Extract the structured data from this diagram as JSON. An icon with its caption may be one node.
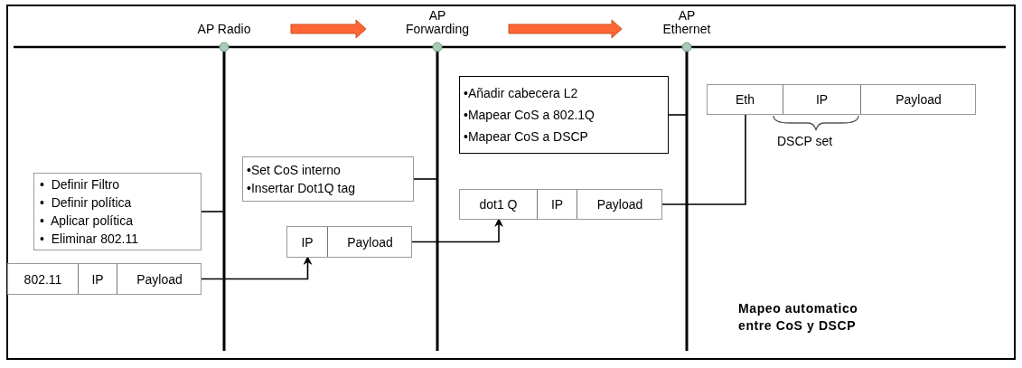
{
  "diagram": {
    "nodes": [
      {
        "text": [
          "AP Radio"
        ]
      },
      {
        "text": [
          "AP Forwarding"
        ]
      },
      {
        "text": [
          "AP Ethernet"
        ]
      },
      {
        "text": [
          "•Añadir cabecera L2",
          "•Mapear CoS a 802.1Q",
          "•Mapear CoS a DSCP"
        ]
      },
      {
        "text": [],
        "shape": "box"
      },
      {
        "text": [
          "Eth"
        ],
        "in": 4
      },
      {
        "text": [
          "IP"
        ],
        "in": 4
      },
      {
        "text": [
          "Payload"
        ],
        "in": 4
      },
      {
        "text": [
          "•Set CoS interno",
          "•Insertar Dot1Q tag"
        ]
      },
      {
        "text": [
          "•  Definir Filtro",
          "•  Definir política",
          "•  Aplicar política",
          "•  Eliminar 802.11"
        ]
      },
      {
        "text": [],
        "shape": "box"
      },
      {
        "text": [
          "dot1 Q"
        ],
        "in": 10
      },
      {
        "text": [
          "IP"
        ],
        "in": 10
      },
      {
        "text": [
          "Payload"
        ],
        "in": 10
      },
      {
        "text": [],
        "shape": "box"
      },
      {
        "text": [
          "IP"
        ],
        "in": 14
      },
      {
        "text": [
          "Payload"
        ],
        "in": 14
      },
      {
        "text": [],
        "shape": "box"
      },
      {
        "text": [
          "802.11"
        ],
        "in": 17
      },
      {
        "text": [
          "IP"
        ],
        "in": 17
      },
      {
        "text": [
          "Payload"
        ],
        "in": 17
      }
    ],
    "edges": [
      {
        "from": 0,
        "to": 1,
        "arrow": "to",
        "style": "thick",
        "color": "#ff6633"
      },
      {
        "from": 1,
        "to": 2,
        "arrow": "to",
        "style": "thick",
        "color": "#ff6633"
      },
      {
        "from": 9,
        "to": null,
        "arrow": "none"
      },
      {
        "from": 8,
        "to": null,
        "arrow": "none"
      },
      {
        "from": 3,
        "to": null,
        "arrow": "none"
      },
      {
        "from": 20,
        "to": 15,
        "arrow": "to"
      },
      {
        "from": 16,
        "to": 11,
        "arrow": "to"
      },
      {
        "from": 13,
        "to": 5,
        "arrow": "none"
      }
    ],
    "labels": [
      "DSCP set",
      "Mapeo automatico entre CoS y DSCP"
    ]
  }
}
